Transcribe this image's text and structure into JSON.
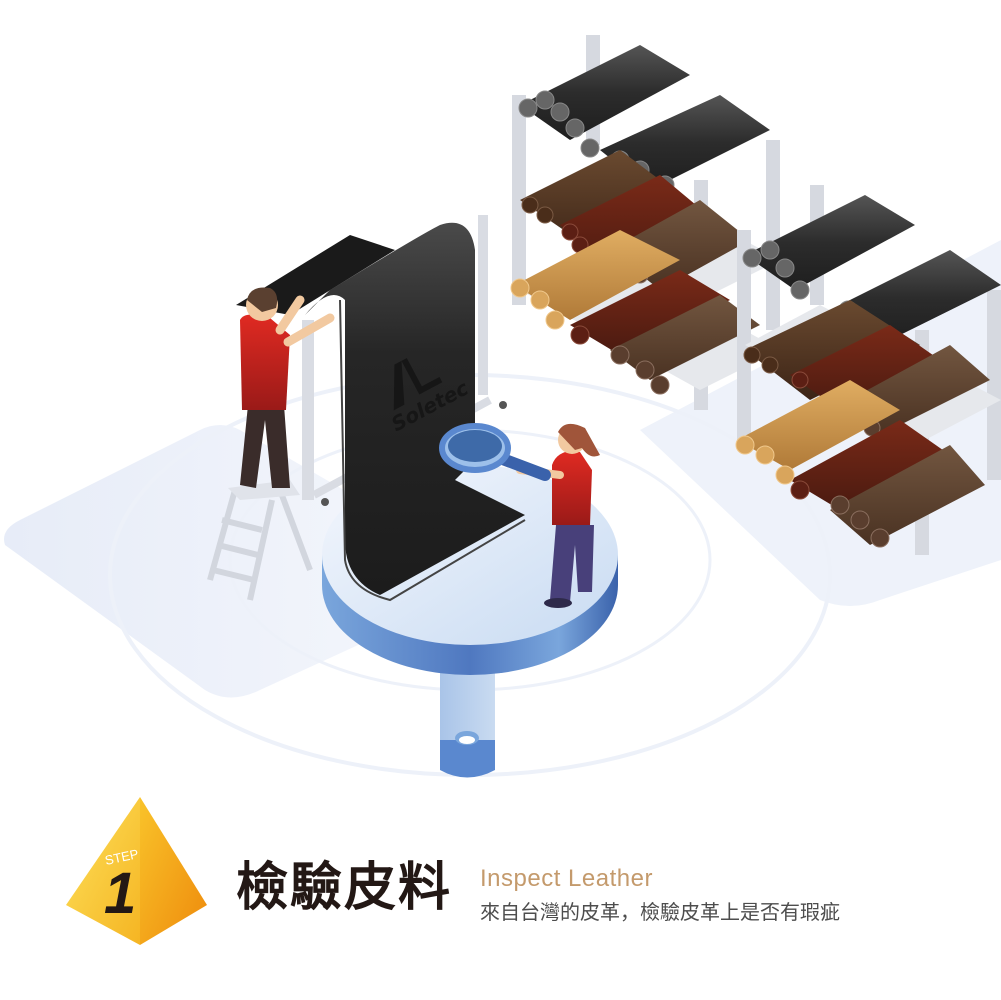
{
  "scene": {
    "description": "Isometric illustration of leather inspection: worker hanging black leather sheet on rack, inspector with magnifying glass on circular platform, shelves of leather rolls",
    "logo": {
      "mark": "AL",
      "text": "Soletec"
    },
    "colors": {
      "background": "#ffffff",
      "floor": "#eef2fa",
      "platform_blue": "#5a88cf",
      "platform_light": "#c6d8f0",
      "leather_black": "#232323",
      "shirt_red": "#c8211f",
      "roll_black": "#2e2e2e",
      "roll_dark_brown": "#4a2d1a",
      "roll_red_brown": "#5c1f14",
      "roll_mid_brown": "#5a3e2e",
      "roll_tan": "#c8914a",
      "rack_grey": "#d6d9e0"
    }
  },
  "step": {
    "label": "STEP",
    "number": "1",
    "colors": {
      "light": "#fcd23a",
      "dark": "#f29a0f",
      "text": "#231815"
    }
  },
  "caption": {
    "title": "檢驗皮料",
    "subtitle": "Inspect Leather",
    "description": "來自台灣的皮革，檢驗皮革上是否有瑕疵"
  }
}
